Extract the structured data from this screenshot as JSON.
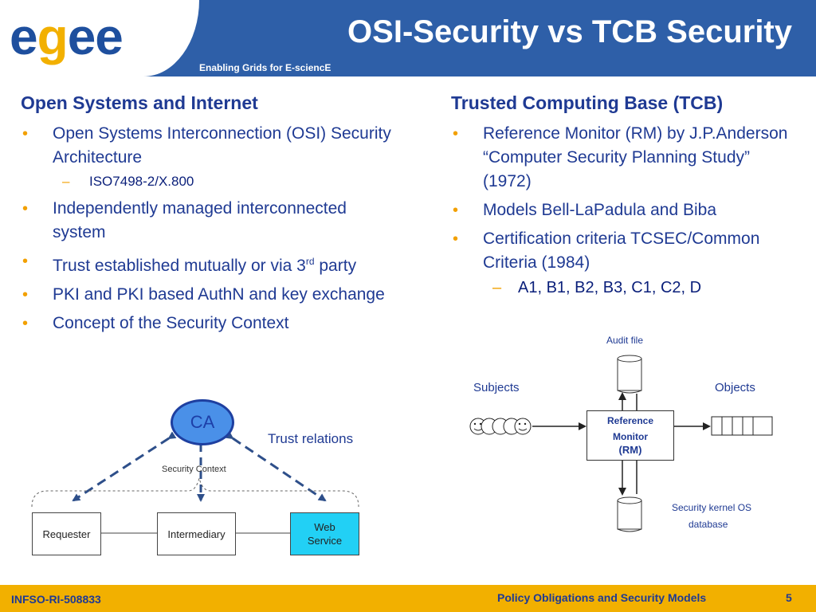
{
  "header": {
    "logo": "egee",
    "title": "OSI-Security vs TCB Security",
    "tagline": "Enabling Grids for E-sciencE"
  },
  "left": {
    "heading": "Open Systems and Internet",
    "bullets": {
      "b1": "Open Systems Interconnection (OSI) Security Architecture",
      "b1_sub": "ISO7498-2/X.800",
      "b2": "Independently managed interconnected system",
      "b3_pre": "Trust established mutually or via 3",
      "b3_sup": "rd",
      "b3_post": " party",
      "b4": "PKI and PKI based AuthN and key exchange",
      "b5": "Concept of the Security Context"
    },
    "diagram": {
      "ca": "CA",
      "trust_relations": "Trust relations",
      "security_context": "Security Context",
      "requester": "Requester",
      "intermediary": "Intermediary",
      "web_service_1": "Web",
      "web_service_2": "Service"
    }
  },
  "right": {
    "heading": "Trusted Computing Base (TCB)",
    "bullets": {
      "b1": "Reference Monitor (RM) by J.P.Anderson “Computer Security Planning Study” (1972)",
      "b2": "Models Bell-LaPadula and Biba",
      "b3": "Certification criteria TCSEC/Common Criteria (1984)",
      "b3_sub": "A1, B1, B2, B3, C1, C2, D"
    },
    "diagram": {
      "audit_file": "Audit file",
      "subjects": "Subjects",
      "objects": "Objects",
      "rm_line1": "Reference",
      "rm_line2": "Monitor",
      "rm_line3": "(RM)",
      "kernel_line1": "Security kernel OS",
      "kernel_line2": "database"
    }
  },
  "footer": {
    "id": "INFSO-RI-508833",
    "talk": "Policy Obligations and Security Models",
    "page": "5"
  },
  "colors": {
    "header_blue": "#2e5fa8",
    "accent_yellow": "#f2b000",
    "text_blue": "#1f3a93",
    "ca_fill": "#4a90e8",
    "web_service_fill": "#22d0f5"
  }
}
